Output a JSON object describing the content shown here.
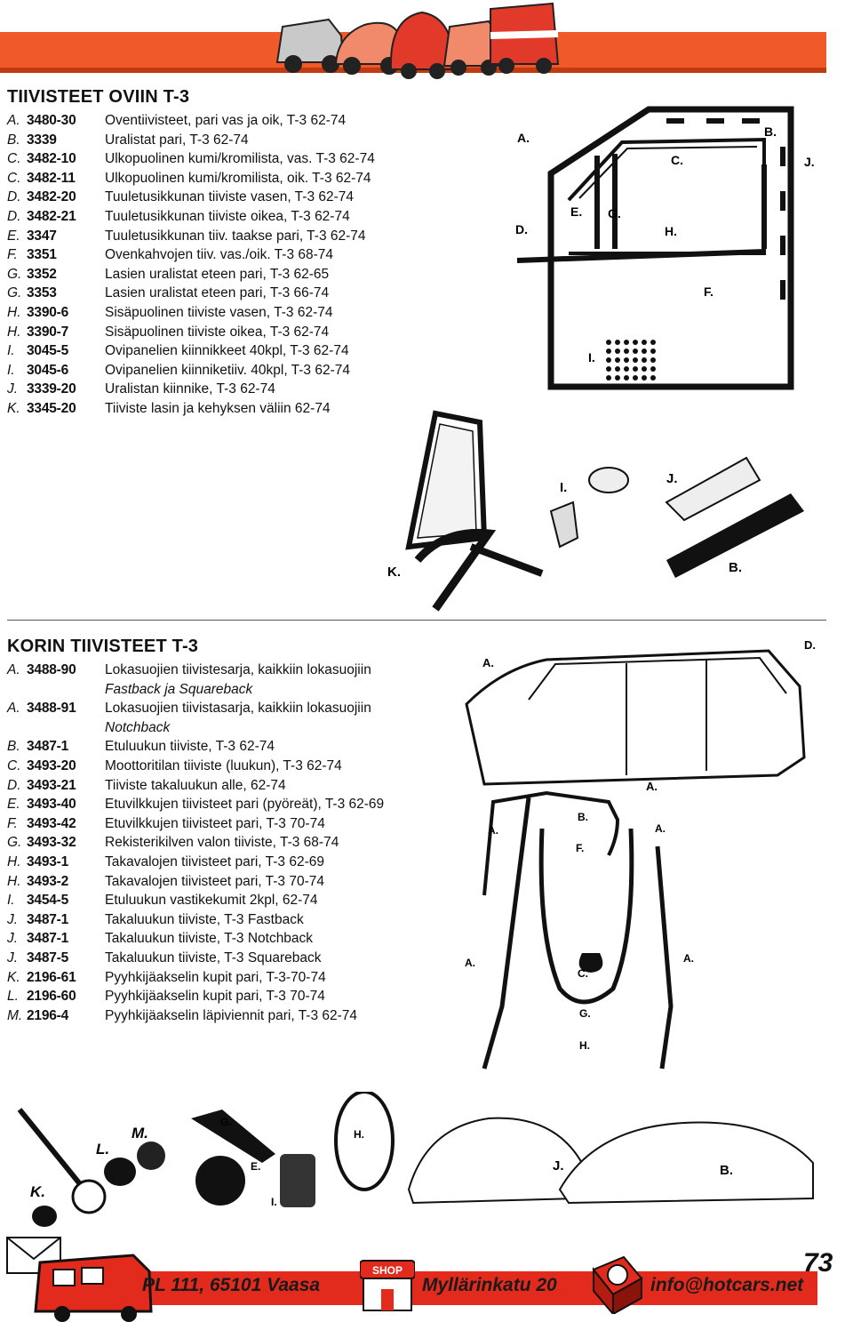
{
  "section1": {
    "title": "TIIVISTEET OVIIN T-3",
    "items": [
      {
        "letter": "A.",
        "code": "3480-30",
        "desc": "Oventiivisteet, pari vas ja oik, T-3 62-74"
      },
      {
        "letter": "B.",
        "code": "3339",
        "desc": "Uralistat pari, T-3 62-74"
      },
      {
        "letter": "C.",
        "code": "3482-10",
        "desc": "Ulkopuolinen kumi/kromilista, vas. T-3 62-74"
      },
      {
        "letter": "C.",
        "code": "3482-11",
        "desc": "Ulkopuolinen kumi/kromilista, oik. T-3 62-74"
      },
      {
        "letter": "D.",
        "code": "3482-20",
        "desc": "Tuuletusikkunan tiiviste vasen, T-3 62-74"
      },
      {
        "letter": "D.",
        "code": "3482-21",
        "desc": "Tuuletusikkunan tiiviste oikea, T-3 62-74"
      },
      {
        "letter": "E.",
        "code": "3347",
        "desc": "Tuuletusikkunan tiiv. taakse pari, T-3 62-74"
      },
      {
        "letter": "F.",
        "code": "3351",
        "desc": "Ovenkahvojen tiiv. vas./oik. T-3 68-74"
      },
      {
        "letter": "G.",
        "code": "3352",
        "desc": "Lasien uralistat eteen pari, T-3 62-65"
      },
      {
        "letter": "G.",
        "code": "3353",
        "desc": "Lasien uralistat eteen pari, T-3 66-74"
      },
      {
        "letter": "H.",
        "code": "3390-6",
        "desc": "Sisäpuolinen tiiviste vasen, T-3 62-74"
      },
      {
        "letter": "H.",
        "code": "3390-7",
        "desc": "Sisäpuolinen tiiviste oikea, T-3 62-74"
      },
      {
        "letter": "I.",
        "code": "3045-5",
        "desc": "Ovipanelien kiinnikkeet 40kpl, T-3 62-74"
      },
      {
        "letter": "I.",
        "code": "3045-6",
        "desc": "Ovipanelien kiinniketiiv. 40kpl, T-3 62-74"
      },
      {
        "letter": "J.",
        "code": "3339-20",
        "desc": "Uralistan kiinnike, T-3 62-74"
      },
      {
        "letter": "K.",
        "code": "3345-20",
        "desc": "Tiiviste lasin ja kehyksen väliin 62-74"
      }
    ],
    "door_labels": {
      "a": "A.",
      "b": "B.",
      "c": "C.",
      "d": "D.",
      "e": "E.",
      "f": "F.",
      "g": "G.",
      "h": "H.",
      "i": "I.",
      "j": "J."
    },
    "parts_labels": {
      "i": "I.",
      "j": "J.",
      "k": "K.",
      "b": "B."
    }
  },
  "section2": {
    "title": "KORIN TIIVISTEET T-3",
    "items": [
      {
        "letter": "A.",
        "code": "3488-90",
        "desc": "Lokasuojien tiivistesarja, kaikkiin lokasuojiin",
        "note": "Fastback ja Squareback"
      },
      {
        "letter": "A.",
        "code": "3488-91",
        "desc": "Lokasuojien tiivistasarja, kaikkiin lokasuojiin",
        "note": "Notchback"
      },
      {
        "letter": "B.",
        "code": "3487-1",
        "desc": "Etuluukun tiiviste, T-3 62-74"
      },
      {
        "letter": "C.",
        "code": "3493-20",
        "desc": "Moottoritilan tiiviste (luukun), T-3 62-74"
      },
      {
        "letter": "D.",
        "code": "3493-21",
        "desc": "Tiiviste takaluukun alle, 62-74"
      },
      {
        "letter": "E.",
        "code": "3493-40",
        "desc": "Etuvilkkujen tiivisteet pari (pyöreät), T-3 62-69"
      },
      {
        "letter": "F.",
        "code": "3493-42",
        "desc": "Etuvilkkujen tiivisteet pari, T-3 70-74"
      },
      {
        "letter": "G.",
        "code": "3493-32",
        "desc": "Rekisterikilven valon tiiviste, T-3 68-74"
      },
      {
        "letter": "H.",
        "code": "3493-1",
        "desc": "Takavalojen tiivisteet pari, T-3 62-69"
      },
      {
        "letter": "H.",
        "code": "3493-2",
        "desc": "Takavalojen tiivisteet pari, T-3 70-74"
      },
      {
        "letter": "I.",
        "code": "3454-5",
        "desc": "Etuluukun vastikekumit 2kpl, 62-74"
      },
      {
        "letter": "J.",
        "code": "3487-1",
        "desc": "Takaluukun tiiviste, T-3 Fastback"
      },
      {
        "letter": "J.",
        "code": "3487-1",
        "desc": "Takaluukun tiiviste, T-3 Notchback"
      },
      {
        "letter": "J.",
        "code": "3487-5",
        "desc": "Takaluukun tiiviste, T-3 Squareback"
      },
      {
        "letter": "K.",
        "code": "2196-61",
        "desc": "Pyyhkijäakselin kupit pari, T-3-70-74"
      },
      {
        "letter": "L.",
        "code": "2196-60",
        "desc": "Pyyhkijäakselin kupit pari, T-3 70-74"
      },
      {
        "letter": "M.",
        "code": "2196-4",
        "desc": "Pyyhkijäakselin läpiviennit pari, T-3 62-74"
      }
    ],
    "body_labels": {
      "a": "A.",
      "b": "B.",
      "c": "C.",
      "d": "D.",
      "f": "F.",
      "g": "G.",
      "h": "H."
    },
    "bottom_labels": {
      "k": "K.",
      "l": "L.",
      "m": "M.",
      "g": "G.",
      "e": "E.",
      "i": "I.",
      "h": "H.",
      "j": "J.",
      "b": "B."
    }
  },
  "footer": {
    "address": "PL 111, 65101 Vaasa",
    "shop_sign": "SHOP",
    "street": "Myllärinkatu 20",
    "email": "info@hotcars.net",
    "page_number": "73"
  }
}
